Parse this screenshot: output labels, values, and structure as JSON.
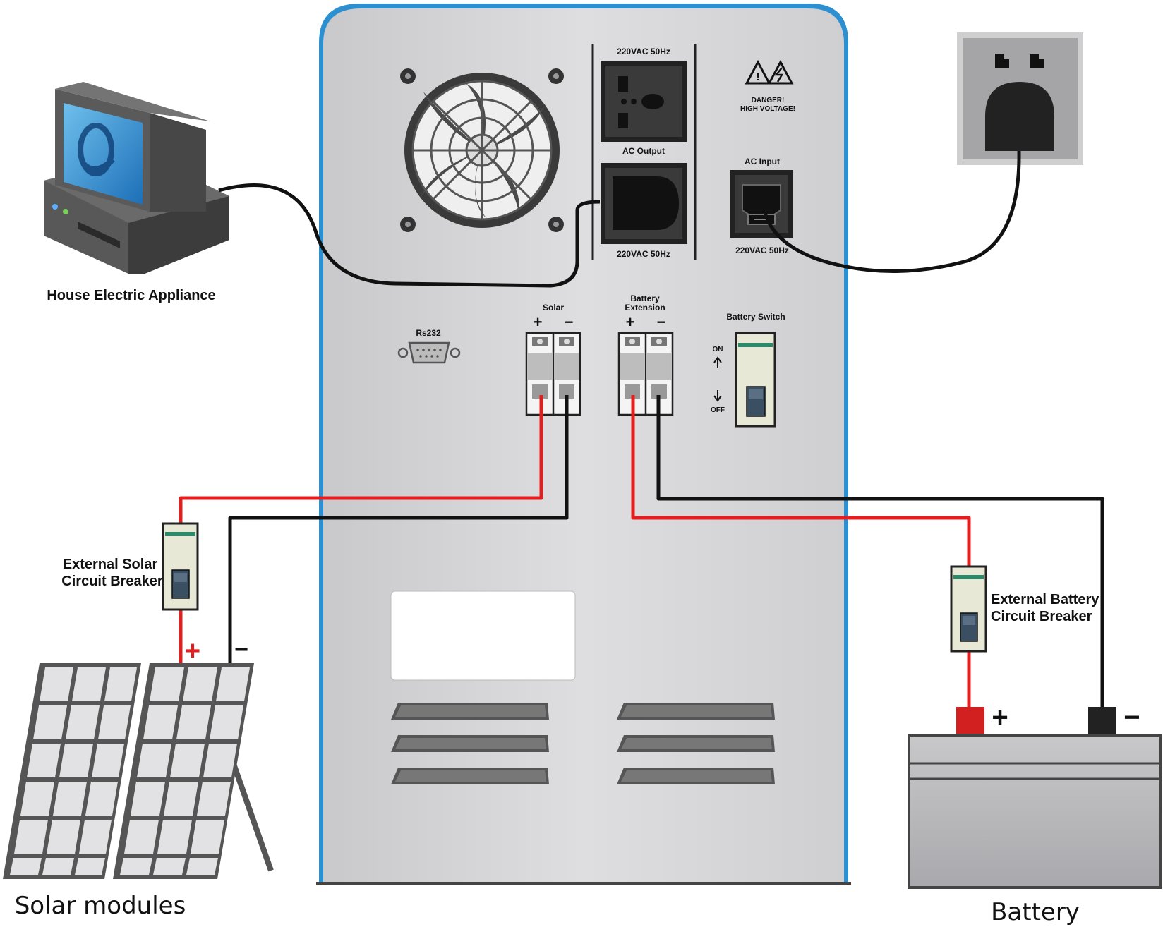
{
  "labels": {
    "appliance": "House Electric Appliance",
    "solar_modules": "Solar modules",
    "battery": "Battery",
    "ext_solar_breaker_1": "External Solar",
    "ext_solar_breaker_2": "Circuit Breaker",
    "ext_battery_breaker_1": "External Battery",
    "ext_battery_breaker_2": "Circuit Breaker"
  },
  "panel": {
    "ac_output_top_rating": "220VAC 50Hz",
    "ac_output_label": "AC Output",
    "ac_output_bottom_rating": "220VAC 50Hz",
    "danger_1": "DANGER!",
    "danger_2": "HIGH VOLTAGE!",
    "ac_input_label": "AC Input",
    "ac_input_rating": "220VAC 50Hz",
    "rs232": "Rs232",
    "solar": "Solar",
    "battery_ext_1": "Battery",
    "battery_ext_2": "Extension",
    "battery_switch": "Battery Switch",
    "on": "ON",
    "off": "OFF",
    "plus": "+",
    "minus": "−"
  },
  "terminals": {
    "solar_plus": "+",
    "solar_minus": "−",
    "battery_plus": "+",
    "battery_minus": "−"
  },
  "colors": {
    "panel_fill": "#d7d7d9",
    "panel_border": "#2b8fd0",
    "wire_positive": "#e02020",
    "wire_negative": "#111111",
    "breaker_green": "#2a8a6a"
  }
}
